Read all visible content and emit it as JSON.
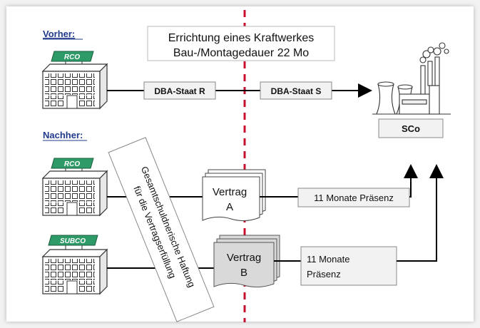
{
  "sections": {
    "before_label": "Vorher:",
    "after_label": "Nachher:"
  },
  "project": {
    "line1": "Errichtung eines Kraftwerkes",
    "line2": "Bau-/Montagedauer 22 Mo"
  },
  "buildings": {
    "rco_top": "RCO",
    "rco_bottom": "RCO",
    "subco": "SUBCO"
  },
  "states": {
    "r": "DBA-Staat R",
    "s": "DBA-Staat S"
  },
  "client": {
    "label": "SCo"
  },
  "liability": {
    "line1": "Gesamtschuldnerische Haftung",
    "line2": "für die Vertragserfüllung"
  },
  "contracts": {
    "a_line1": "Vertrag",
    "a_line2": "A",
    "b_line1": "Vertrag",
    "b_line2": "B"
  },
  "presence": {
    "a": "11 Monate Präsenz",
    "b_line1": "11 Monate",
    "b_line2": "Präsenz"
  },
  "colors": {
    "green": "#2e9a68",
    "red_dashed": "#c8102e",
    "link_blue": "#1f3a8a",
    "doc_gray": "#d9d9d9"
  }
}
